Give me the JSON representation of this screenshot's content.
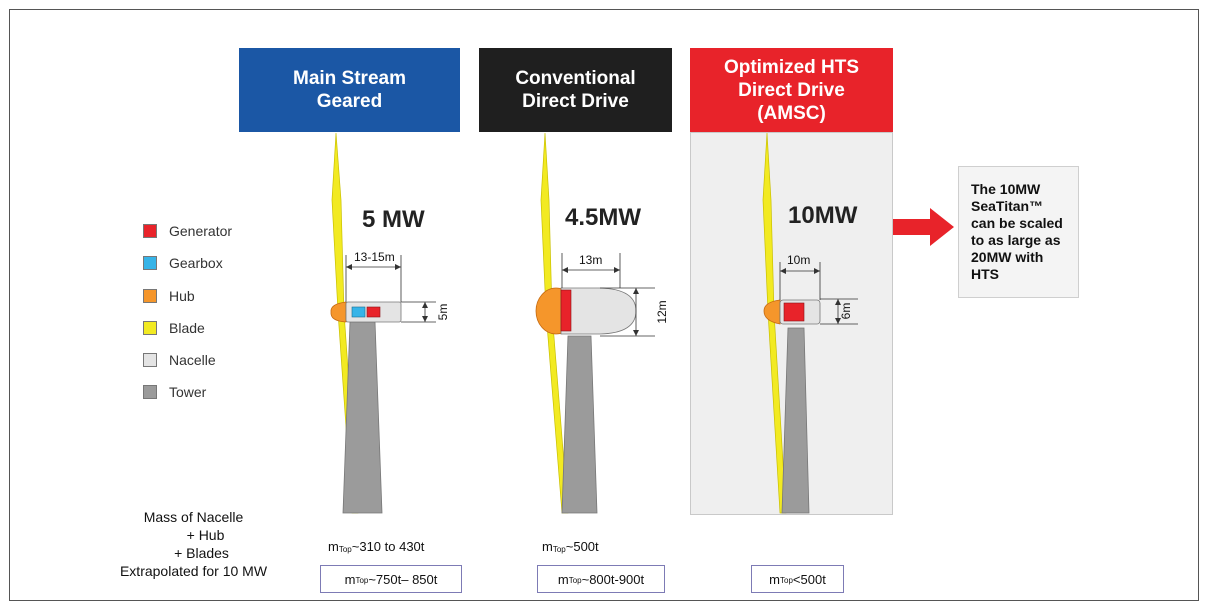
{
  "headers": [
    {
      "text": "Main Stream\nGeared",
      "color": "#1b57a5"
    },
    {
      "text": "Conventional\nDirect Drive",
      "color": "#1f1f1f"
    },
    {
      "text": "Optimized HTS\nDirect Drive\n(AMSC)",
      "color": "#e8232a"
    }
  ],
  "power": [
    "5 MW",
    "4.5MW",
    "10MW"
  ],
  "legend": [
    {
      "label": "Generator",
      "color": "#e8232a"
    },
    {
      "label": "Gearbox",
      "color": "#36b4e8"
    },
    {
      "label": "Hub",
      "color": "#f5962b"
    },
    {
      "label": "Blade",
      "color": "#f2ea22"
    },
    {
      "label": "Nacelle",
      "color": "#e4e4e4"
    },
    {
      "label": "Tower",
      "color": "#9b9b9b"
    }
  ],
  "dimensions": {
    "t1_length": "13-15m",
    "t1_height": "5m",
    "t2_length": "13m",
    "t2_height": "12m",
    "t3_length": "10m",
    "t3_height": "6m"
  },
  "callout": "The  10MW SeaTitan™ can be scaled  to as large as 20MW with HTS",
  "mass_label": {
    "line1": "Mass of Nacelle",
    "line2": "+ Hub",
    "line3": "+ Blades",
    "line4": "Extrapolated for 10 MW"
  },
  "mass": {
    "m": "m",
    "sub": "Top",
    "current": [
      "~310 to 430t",
      "~500t"
    ],
    "extrapolated": [
      "~750t– 850t",
      "~800t-900t",
      "<500t"
    ]
  }
}
